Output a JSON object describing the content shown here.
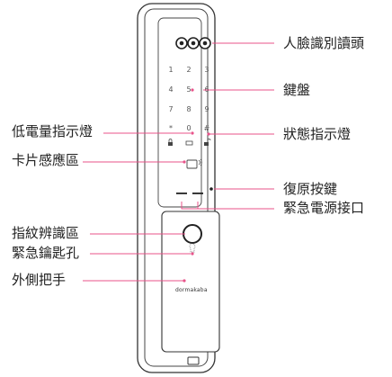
{
  "labels": {
    "face_recognition_lens": "人臉識別讀頭",
    "keypad": "鍵盤",
    "status_indicator": "狀態指示燈",
    "low_battery_indicator": "低電量指示燈",
    "card_reader_area": "卡片感應區",
    "reset_button": "復原按鍵",
    "emergency_power_port": "緊急電源接口",
    "fingerprint_area": "指紋辨識區",
    "emergency_keyhole": "緊急鑰匙孔",
    "outer_handle": "外側把手"
  },
  "brand": "dormakaba",
  "keypad_keys": [
    "1",
    "2",
    "3",
    "4",
    "5",
    "6",
    "7",
    "8",
    "9",
    "*",
    "0",
    "#"
  ],
  "colors": {
    "leader": "#e8538a",
    "device_stroke": "#333333",
    "text": "#222222"
  }
}
